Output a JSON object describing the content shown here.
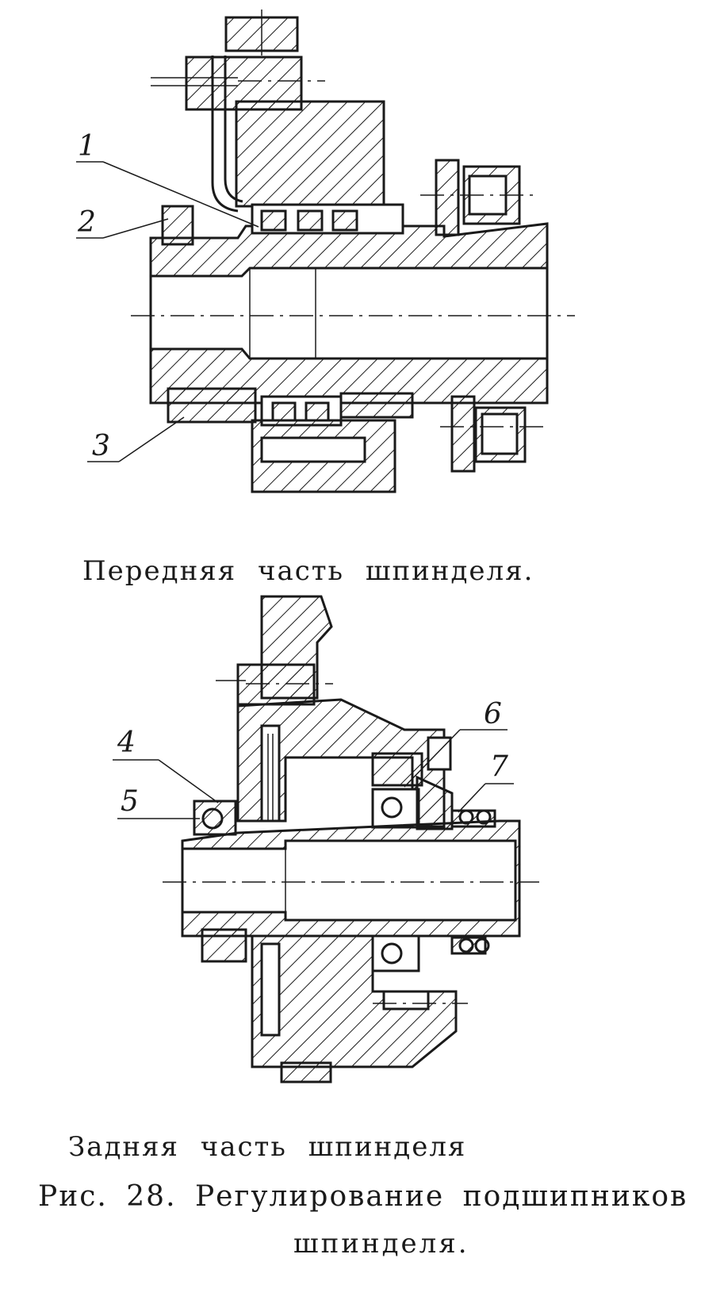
{
  "captions": {
    "front": "Передняя часть шпинделя.",
    "rear": "Задняя часть шпинделя",
    "figure_title": "Рис. 28. Регулирование подшипников",
    "figure_title_cont": "шпинделя."
  },
  "callouts": {
    "c1": "1",
    "c2": "2",
    "c3": "3",
    "c4": "4",
    "c5": "5",
    "c6": "6",
    "c7": "7"
  }
}
